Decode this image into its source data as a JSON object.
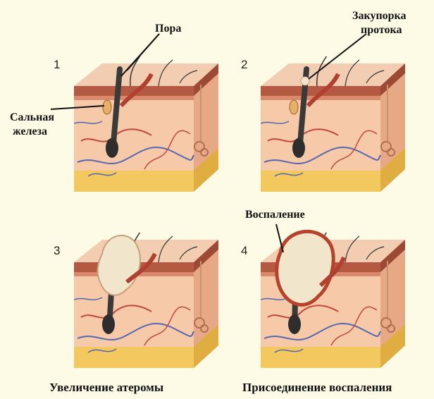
{
  "panels": [
    {
      "number": "1"
    },
    {
      "number": "2"
    },
    {
      "number": "3"
    },
    {
      "number": "4"
    }
  ],
  "labels": {
    "pore": "Пора",
    "sebaceous_line1": "Сальная",
    "sebaceous_line2": "железа",
    "blockage_line1": "Закупорка",
    "blockage_line2": "протока",
    "inflammation": "Воспаление"
  },
  "captions": {
    "enlargement": "Увеличение атеромы",
    "inflammation_join": "Присоединение воспаления"
  },
  "colors": {
    "background": "#fdfbe6",
    "skin_front": "#f6c9a8",
    "skin_side": "#e7a985",
    "skin_top": "#f3cdb2",
    "epidermis": "#b45a42",
    "fat": "#f3c85e",
    "vessel_blue": "#5566b0",
    "vessel_red": "#c0473b",
    "cyst": "#f1e6cc",
    "inflamed_rim": "#b7432c"
  }
}
